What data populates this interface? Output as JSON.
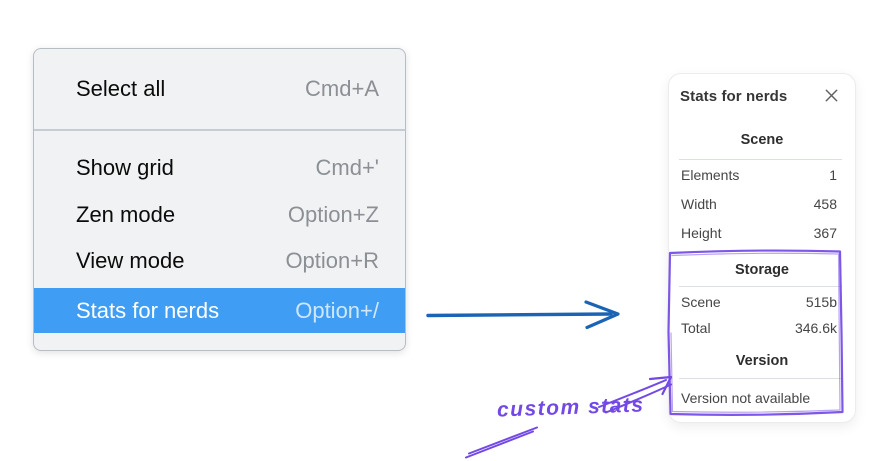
{
  "colors": {
    "highlight_blue": "#3f9ef4",
    "arrow_blue": "#1b64b5",
    "annotation_purple": "#7349e5",
    "menu_background": "#f1f2f3",
    "menu_border": "#b7bdc4",
    "shortcut_gray": "#8c9095",
    "panel_text": "#454545",
    "panel_heading": "#2e2e2e"
  },
  "menu": {
    "items": [
      {
        "label": "Select all",
        "shortcut": "Cmd+A",
        "selected": false
      },
      {
        "label": "Show grid",
        "shortcut": "Cmd+'",
        "selected": false
      },
      {
        "label": "Zen mode",
        "shortcut": "Option+Z",
        "selected": false
      },
      {
        "label": "View mode",
        "shortcut": "Option+R",
        "selected": false
      },
      {
        "label": "Stats for nerds",
        "shortcut": "Option+/",
        "selected": true
      }
    ]
  },
  "panel": {
    "title": "Stats for nerds",
    "sections": [
      {
        "heading": "Scene",
        "rows": [
          {
            "label": "Elements",
            "value": "1"
          },
          {
            "label": "Width",
            "value": "458"
          },
          {
            "label": "Height",
            "value": "367"
          }
        ]
      },
      {
        "heading": "Storage",
        "rows": [
          {
            "label": "Scene",
            "value": "515b"
          },
          {
            "label": "Total",
            "value": "346.6k"
          }
        ]
      },
      {
        "heading": "Version",
        "note": "Version not available"
      }
    ]
  },
  "annotation": {
    "label": "custom stats"
  }
}
